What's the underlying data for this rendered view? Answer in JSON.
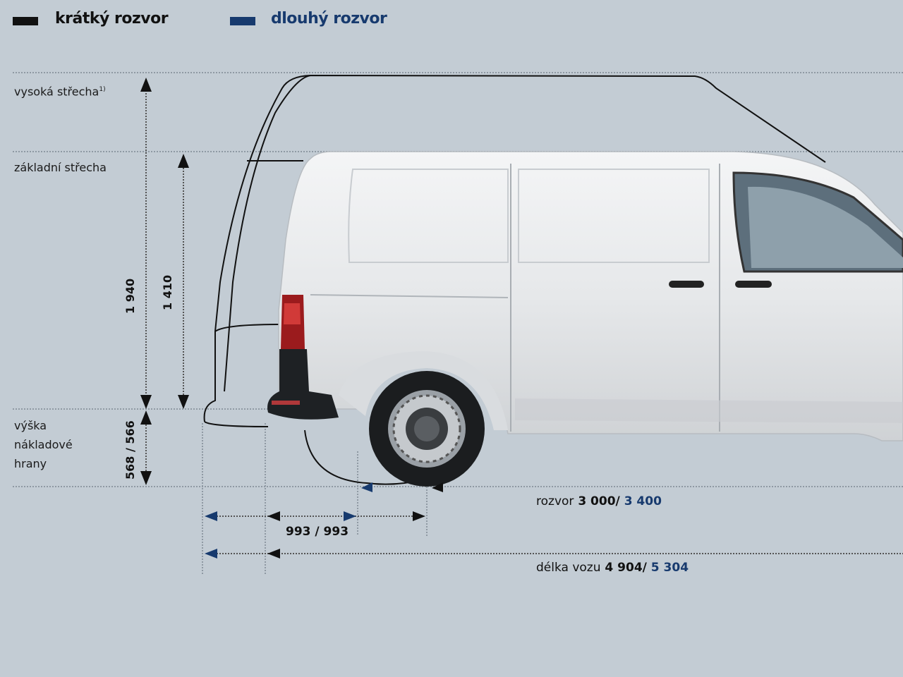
{
  "legend": [
    {
      "label": "krátký rozvor",
      "color": "#111111"
    },
    {
      "label": "dlouhý rozvor",
      "color": "#173a6e"
    }
  ],
  "left_labels": {
    "high_roof": "vysoká střecha",
    "high_roof_footnote": "1)",
    "base_roof": "základní střecha",
    "load_edge_line1": "výška",
    "load_edge_line2": "nákladové",
    "load_edge_line3": "hrany"
  },
  "dimensions": {
    "height_high": "1 940",
    "height_base": "1 410",
    "load_edge": "568 / 566",
    "rear_overhang": "993 / 993",
    "wheelbase_label": "rozvor",
    "wheelbase_short": "3 000",
    "wheelbase_long": "3 400",
    "length_label": "délka vozu",
    "length_short": "4 904",
    "length_long": "5 304",
    "separator": "/"
  },
  "colors": {
    "background": "#c3ccd4",
    "long_wheelbase": "#173a6e",
    "short_wheelbase": "#111111"
  }
}
